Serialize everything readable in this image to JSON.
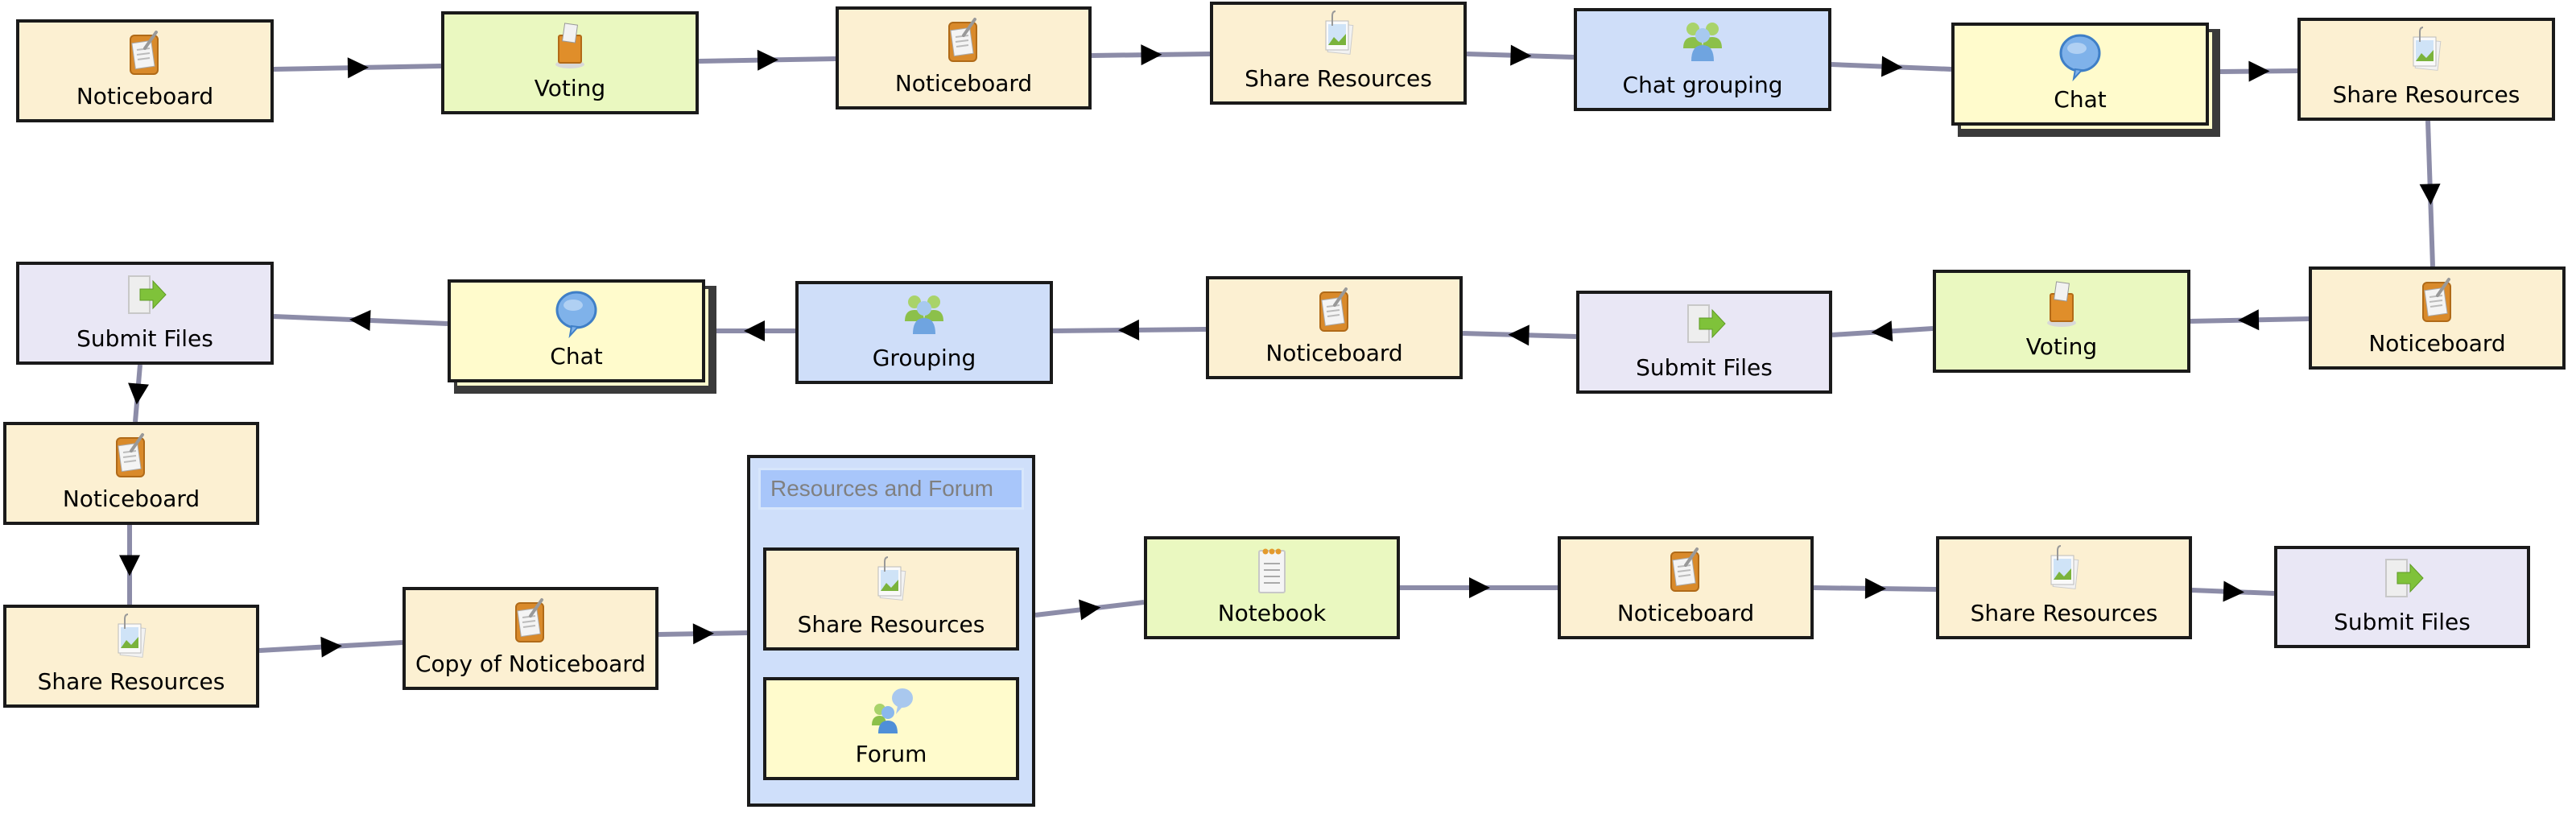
{
  "colors": {
    "noticeboard": "#fcf0d2",
    "voting": "#eaf8c0",
    "notebook": "#eaf8c0",
    "share": "#fcf0d2",
    "grouping": "#cfdef9",
    "chat": "#fffbcc",
    "forum": "#fffbcc",
    "submit": "#e9e7f5",
    "container_bg": "#cfdffa",
    "container_header_bg": "#a8c6fa",
    "container_header_text": "#808080",
    "edge": "#8c8ca8",
    "arrow": "#000000"
  },
  "nodes": [
    {
      "id": "n1",
      "label": "Noticeboard",
      "type": "noticeboard",
      "icon": "noticeboard-icon"
    },
    {
      "id": "n2",
      "label": "Voting",
      "type": "voting",
      "icon": "ballot-box-icon"
    },
    {
      "id": "n3",
      "label": "Noticeboard",
      "type": "noticeboard",
      "icon": "noticeboard-icon"
    },
    {
      "id": "n4",
      "label": "Share Resources",
      "type": "share",
      "icon": "share-resources-icon"
    },
    {
      "id": "n5",
      "label": "Chat grouping",
      "type": "grouping",
      "icon": "group-icon"
    },
    {
      "id": "n6",
      "label": "Chat",
      "type": "chat",
      "icon": "chat-bubble-icon",
      "stacked": true
    },
    {
      "id": "n7",
      "label": "Share Resources",
      "type": "share",
      "icon": "share-resources-icon"
    },
    {
      "id": "n8",
      "label": "Noticeboard",
      "type": "noticeboard",
      "icon": "noticeboard-icon"
    },
    {
      "id": "n9",
      "label": "Voting",
      "type": "voting",
      "icon": "ballot-box-icon"
    },
    {
      "id": "n10",
      "label": "Submit Files",
      "type": "submit",
      "icon": "submit-files-icon"
    },
    {
      "id": "n11",
      "label": "Noticeboard",
      "type": "noticeboard",
      "icon": "noticeboard-icon"
    },
    {
      "id": "n12",
      "label": "Grouping",
      "type": "grouping",
      "icon": "group-icon"
    },
    {
      "id": "n13",
      "label": "Chat",
      "type": "chat",
      "icon": "chat-bubble-icon",
      "stacked": true
    },
    {
      "id": "n14",
      "label": "Submit Files",
      "type": "submit",
      "icon": "submit-files-icon"
    },
    {
      "id": "n15",
      "label": "Noticeboard",
      "type": "noticeboard",
      "icon": "noticeboard-icon"
    },
    {
      "id": "n16",
      "label": "Share Resources",
      "type": "share",
      "icon": "share-resources-icon"
    },
    {
      "id": "n17",
      "label": "Copy of Noticeboard",
      "type": "noticeboard",
      "icon": "noticeboard-icon"
    },
    {
      "id": "n18",
      "label": "Share Resources",
      "type": "share",
      "icon": "share-resources-icon",
      "parent": "c1"
    },
    {
      "id": "n19",
      "label": "Forum",
      "type": "forum",
      "icon": "forum-icon",
      "parent": "c1"
    },
    {
      "id": "n20",
      "label": "Notebook",
      "type": "notebook",
      "icon": "notebook-icon"
    },
    {
      "id": "n21",
      "label": "Noticeboard",
      "type": "noticeboard",
      "icon": "noticeboard-icon"
    },
    {
      "id": "n22",
      "label": "Share Resources",
      "type": "share",
      "icon": "share-resources-icon"
    },
    {
      "id": "n23",
      "label": "Submit Files",
      "type": "submit",
      "icon": "submit-files-icon"
    }
  ],
  "containers": [
    {
      "id": "c1",
      "title": "Resources and Forum",
      "children": [
        "n18",
        "n19"
      ]
    }
  ],
  "edges": [
    {
      "from": "n1",
      "to": "n2"
    },
    {
      "from": "n2",
      "to": "n3"
    },
    {
      "from": "n3",
      "to": "n4"
    },
    {
      "from": "n4",
      "to": "n5"
    },
    {
      "from": "n5",
      "to": "n6"
    },
    {
      "from": "n6",
      "to": "n7"
    },
    {
      "from": "n7",
      "to": "n8"
    },
    {
      "from": "n8",
      "to": "n9"
    },
    {
      "from": "n9",
      "to": "n10"
    },
    {
      "from": "n10",
      "to": "n11"
    },
    {
      "from": "n11",
      "to": "n12"
    },
    {
      "from": "n12",
      "to": "n13"
    },
    {
      "from": "n13",
      "to": "n14"
    },
    {
      "from": "n14",
      "to": "n15"
    },
    {
      "from": "n15",
      "to": "n16"
    },
    {
      "from": "n16",
      "to": "n17"
    },
    {
      "from": "n17",
      "to": "c1"
    },
    {
      "from": "c1",
      "to": "n20"
    },
    {
      "from": "n20",
      "to": "n21"
    },
    {
      "from": "n21",
      "to": "n22"
    },
    {
      "from": "n22",
      "to": "n23"
    }
  ]
}
